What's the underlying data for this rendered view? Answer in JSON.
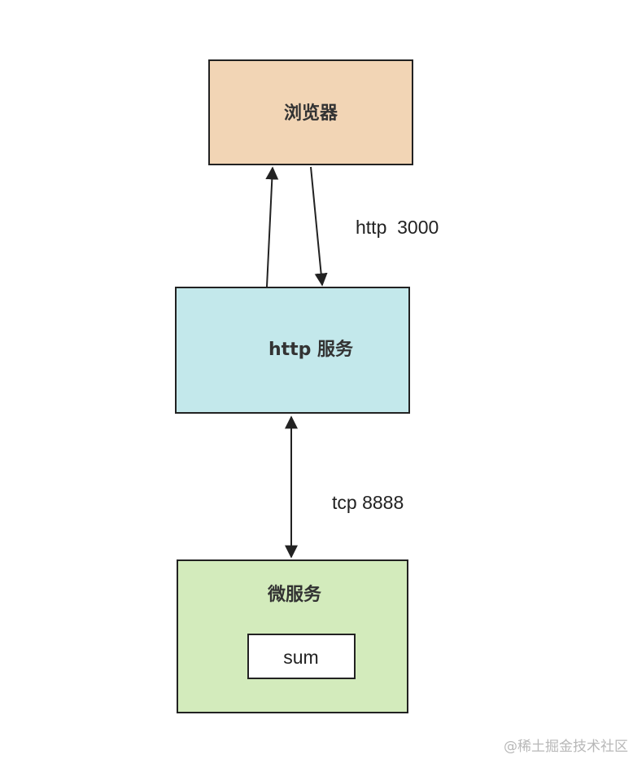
{
  "nodes": {
    "browser": {
      "label": "浏览器",
      "fill": "#f2d5b5"
    },
    "http_service": {
      "label": "http 服务",
      "fill": "#c3e8eb"
    },
    "microservice": {
      "label": "微服务",
      "fill": "#d3ebbc"
    },
    "sum": {
      "label": "sum",
      "fill": "#ffffff"
    }
  },
  "edges": {
    "browser_http": {
      "label": "http  3000"
    },
    "http_micro": {
      "label": "tcp 8888"
    }
  },
  "watermark": "@稀土掘金技术社区",
  "colors": {
    "stroke": "#222222",
    "text": "#333333"
  }
}
